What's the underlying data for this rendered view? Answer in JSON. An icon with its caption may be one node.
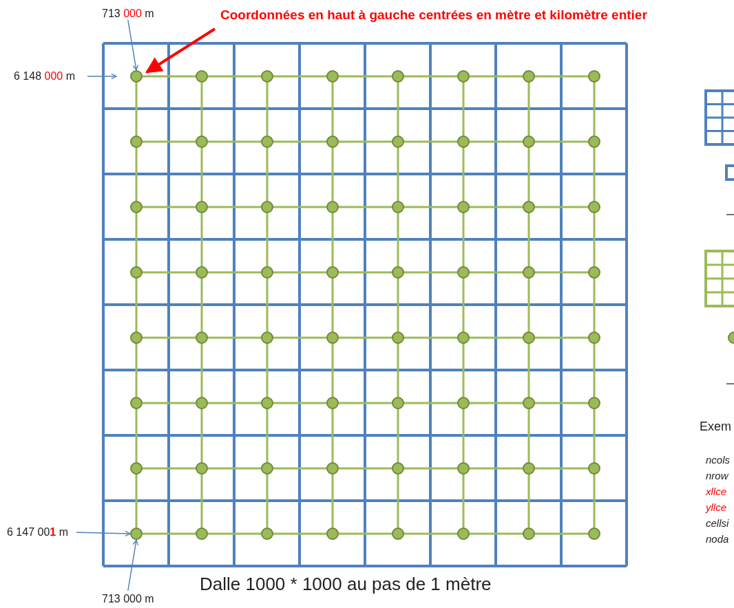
{
  "diagram": {
    "caption": "Dalle 1000 * 1000 au pas de 1 mètre",
    "nodes": [
      {
        "text": [
          "Coordonnées en haut à gauche centrées en mètre et kilomètre entier"
        ]
      },
      {
        "text": [
          "713 000 m"
        ]
      },
      {
        "text": [
          "6 148 000 m"
        ]
      },
      {
        "text": [],
        "shape": "circle"
      },
      {
        "text": [
          "6 147 00**1** m"
        ]
      },
      {
        "text": [
          "713 000 m"
        ]
      },
      {
        "text": [],
        "shape": "circle"
      }
    ],
    "edges": [
      {
        "from": 0,
        "to": 3,
        "arrow": "to",
        "style": "thick",
        "color": "#ff0000"
      },
      {
        "from": 1,
        "to": 3,
        "arrow": "to"
      },
      {
        "from": 2,
        "to": 3,
        "arrow": "to"
      },
      {
        "from": 4,
        "to": 6,
        "arrow": "to"
      },
      {
        "from": 5,
        "to": 6,
        "arrow": "to"
      }
    ],
    "labels": [
      "Exem",
      "ncols",
      "nrow",
      "xllce",
      "yllce",
      "cellsi",
      "noda"
    ]
  }
}
